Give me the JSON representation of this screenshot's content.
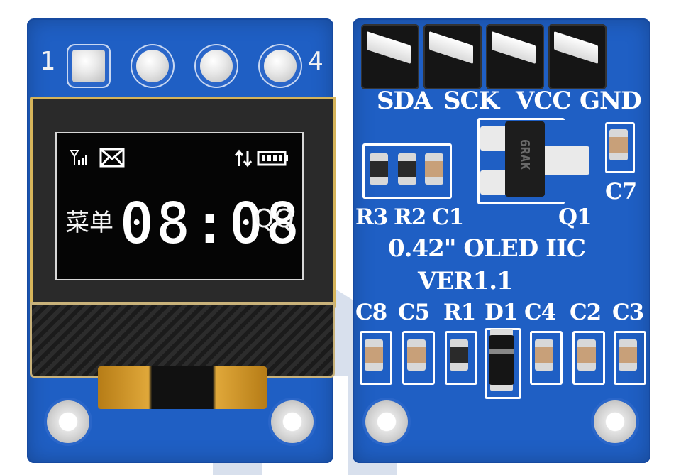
{
  "front": {
    "pin_first": "1",
    "pin_last": "4",
    "screen": {
      "cn_text": "菜单",
      "time": "08:08",
      "qq": "QQ",
      "signal_icon": "signal-icon",
      "mail_icon": "mail-icon",
      "transfer_icon": "transfer-arrows-icon",
      "battery_icon": "battery-icon"
    }
  },
  "back": {
    "pins": [
      "SDA",
      "SCK",
      "VCC",
      "GND"
    ],
    "labels": {
      "r3": "R3",
      "r2": "R2",
      "c1": "C1",
      "q1": "Q1",
      "c7": "C7",
      "c8": "C8",
      "c5": "C5",
      "r1": "R1",
      "d1": "D1",
      "c4": "C4",
      "c2": "C2",
      "c3": "C3"
    },
    "title_line1": "0.42\" OLED IIC",
    "title_line2": "VER1.1",
    "transistor_marking": "6RAK"
  },
  "colors": {
    "pcb": "#1f5fc4",
    "silkscreen": "#ffffff",
    "oled_background": "#050505",
    "watermark": "#c7d3e6"
  }
}
